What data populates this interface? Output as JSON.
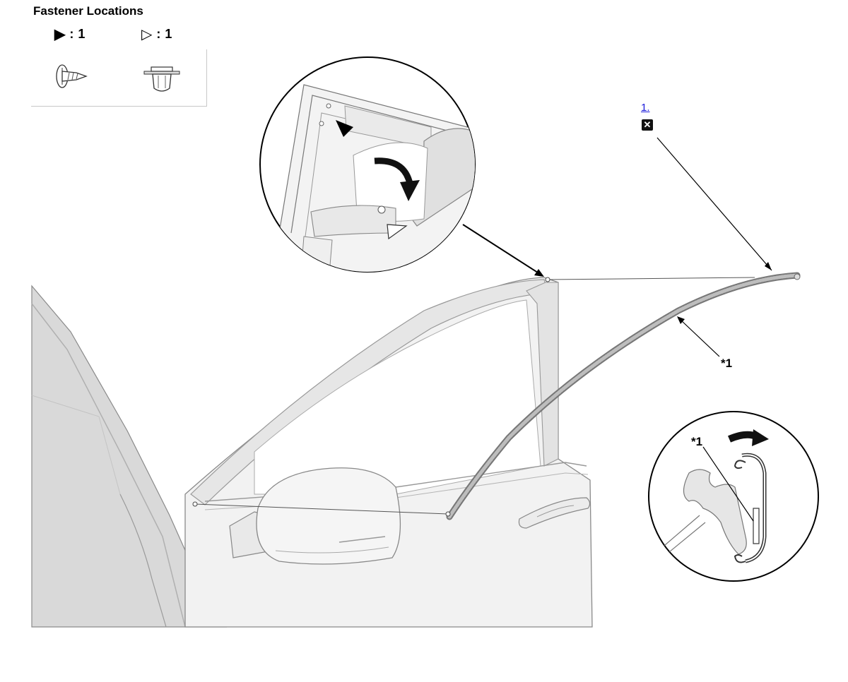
{
  "legend": {
    "title": "Fastener Locations",
    "items": [
      {
        "glyph": "▶",
        "separator": ":",
        "count": "1",
        "icon": "screw-icon"
      },
      {
        "glyph": "▷",
        "separator": ":",
        "count": "1",
        "icon": "clip-icon"
      }
    ]
  },
  "step": {
    "link_text": "1.",
    "icon": "close-box-icon",
    "icon_glyph": "✕"
  },
  "callouts": {
    "main": "*1",
    "detail": "*1"
  }
}
